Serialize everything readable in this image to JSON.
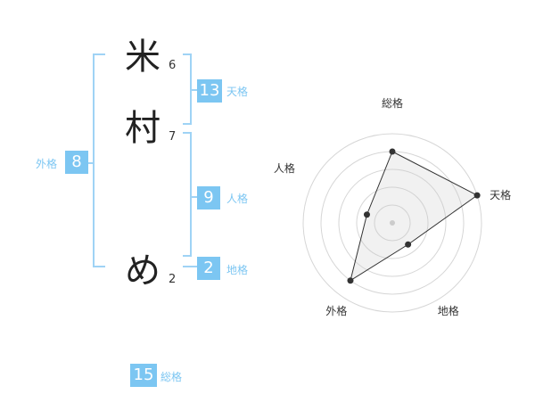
{
  "name": {
    "chars": [
      {
        "char": "米",
        "strokes": "6"
      },
      {
        "char": "村",
        "strokes": "7"
      },
      {
        "char": "め",
        "strokes": "2"
      }
    ]
  },
  "kaku": {
    "tenkaku": {
      "value": "13",
      "label": "天格"
    },
    "jinkaku": {
      "value": "9",
      "label": "人格"
    },
    "chikaku": {
      "value": "2",
      "label": "地格"
    },
    "gaikaku": {
      "value": "8",
      "label": "外格"
    },
    "soukaku": {
      "value": "15",
      "label": "総格"
    }
  },
  "colors": {
    "accent": "#7cc6f2",
    "bracket": "#9fd3f5"
  },
  "chart_data": {
    "type": "radar",
    "axes": [
      "総格",
      "天格",
      "地格",
      "外格",
      "人格"
    ],
    "values": [
      0.8,
      1.0,
      0.3,
      0.8,
      0.3
    ],
    "rings": 5
  }
}
